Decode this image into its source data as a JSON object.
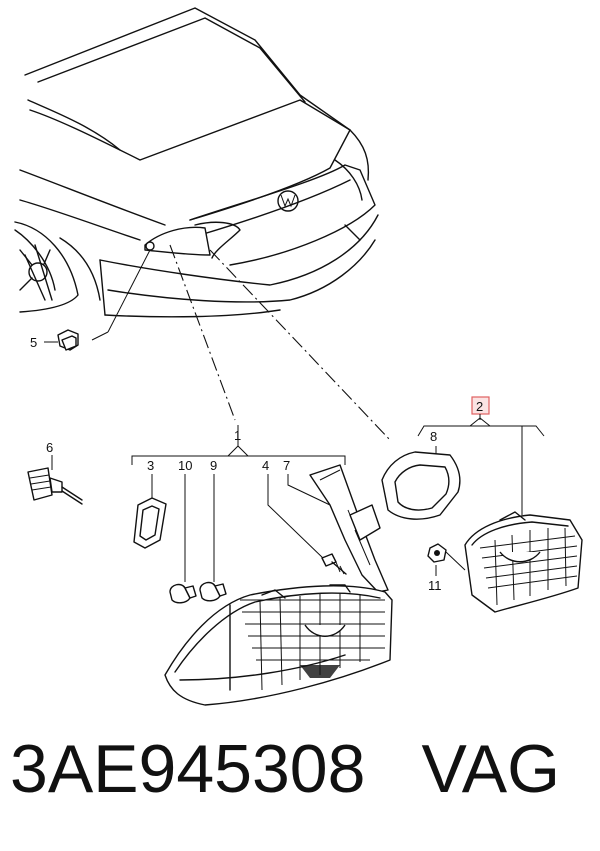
{
  "callouts": {
    "c1": "1",
    "c2": "2",
    "c3": "3",
    "c4": "4",
    "c5": "5",
    "c6": "6",
    "c7": "7",
    "c8": "8",
    "c9": "9",
    "c10": "10",
    "c11": "11"
  },
  "footer": {
    "part_number": "3AE945308",
    "brand": "VAG"
  },
  "colors": {
    "line": "#111111",
    "highlight_box": "#e06060"
  }
}
